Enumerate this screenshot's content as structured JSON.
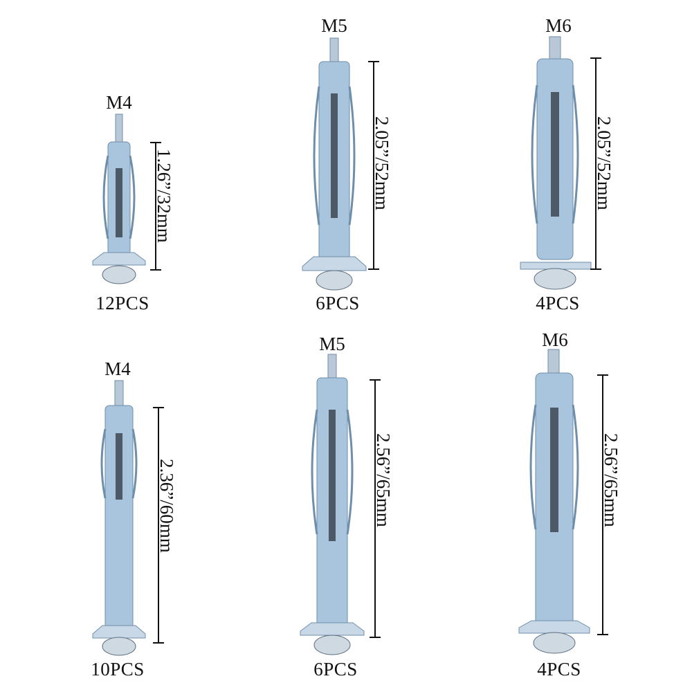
{
  "items": [
    {
      "size": "M4",
      "length": "1.26”/32mm",
      "quantity": "12PCS"
    },
    {
      "size": "M5",
      "length": "2.05”/52mm",
      "quantity": "6PCS"
    },
    {
      "size": "M6",
      "length": "2.05”/52mm",
      "quantity": "4PCS"
    },
    {
      "size": "M4",
      "length": "2.36”/60mm",
      "quantity": "10PCS"
    },
    {
      "size": "M5",
      "length": "2.56”/65mm",
      "quantity": "6PCS"
    },
    {
      "size": "M6",
      "length": "2.56”/65mm",
      "quantity": "4PCS"
    }
  ],
  "colors": {
    "metal": "#a9c4dd",
    "metal_dark": "#6f8ea9",
    "metal_light": "#e6eff7",
    "spring": "#4d5a66",
    "text": "#111111"
  }
}
